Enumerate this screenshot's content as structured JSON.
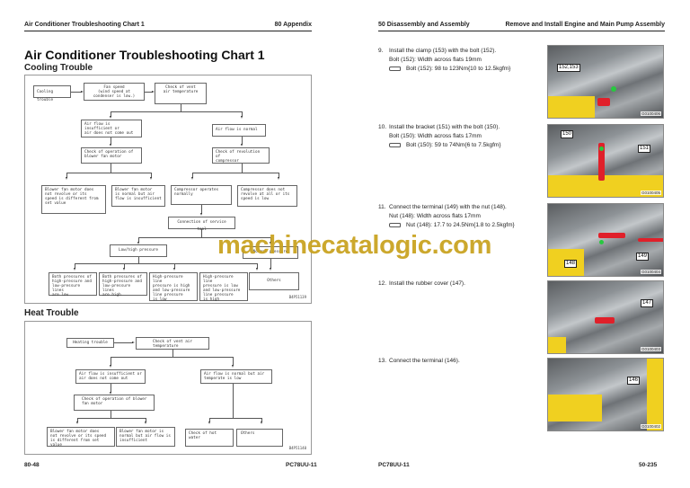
{
  "left_page": {
    "header_left": "Air Conditioner Troubleshooting Chart 1",
    "header_right": "80 Appendix",
    "title": "Air Conditioner Troubleshooting Chart 1",
    "cooling": {
      "heading": "Cooling Trouble",
      "nodes": {
        "cooling_trouble": "Cooling trouble",
        "fan_speed": "Fan speed\n(wind speed at\ncondenser is low.)",
        "check_vent": "Check of vent\nair temperature",
        "air_insufficient": "Air flow is insufficient or\nair does not come out",
        "air_normal": "Air flow is normal",
        "check_blower": "Check of operation of\nblower fan motor",
        "check_compressor": "Check of revolution of\ncompressor",
        "blower_not_revolve": "Blower fan motor does\nnot revolve or its\nspeed is different from\nset value",
        "blower_normal": "Blower fan motor\nis normal but air\nflow is insufficient",
        "compressor_normal": "Compressor operates\nnormally",
        "compressor_not_revolve": "Compressor does not\nrevolve at all or its\nspeed is low",
        "service_tool": "Connection of service tool",
        "low_high": "Low/high pressure",
        "normal_pressure": "Normal pressure",
        "both_low": "Both pressures of\nhigh-pressure and\nlow-pressure lines\nare low",
        "both_high": "Both pressures of\nhigh-pressure and\nlow-pressure lines\nare high",
        "high_high_low_low": "High-pressure line\npressure is high\nand low-pressure\nline pressure\nis low",
        "high_low_low_high": "High-pressure line\npressure is low\nand low-pressure\nline pressure\nis high",
        "others": "Others"
      },
      "figure_code": "B4P51139"
    },
    "heat": {
      "heading": "Heat Trouble",
      "nodes": {
        "heating_trouble": "Heating trouble",
        "check_vent": "Check of vent air\ntemperature",
        "air_insufficient": "Air flow is insufficient or\nair does not come out",
        "air_normal_temp_low": "Air flow is normal but air\ntemperate is low",
        "check_blower": "Check of operation of blower\nfan motor",
        "blower_not_revolve": "Blower fan motor does\nnot revolve or its speed\nis different from set value",
        "blower_normal": "Blower fan motor is\nnormal but air flow is\ninsufficient",
        "check_hot_water": "Check of hot\nwater",
        "others": "Others"
      },
      "figure_code": "B4P51140"
    },
    "footer_left": "80-48",
    "footer_right": "PC78UU-11"
  },
  "right_page": {
    "header_left": "50 Disassembly and Assembly",
    "header_right": "Remove and Install Engine and Main Pump Assembly",
    "steps": [
      {
        "num": "9.",
        "text": "Install the clamp (153) with the bolt (152).",
        "detail": "Bolt (152): Width across flats 19mm",
        "torque": "Bolt (152): 98 to 123Nm{10 to 12.5kgfm}",
        "photo_labels": [
          "152,153"
        ],
        "photo_code": "G0100406"
      },
      {
        "num": "10.",
        "text": "Install the bracket (151) with the bolt (150).",
        "detail": "Bolt (150): Width across flats 17mm",
        "torque": "Bolt (150): 59 to 74Nm{6 to 7.5kgfm}",
        "photo_labels": [
          "150",
          "151"
        ],
        "photo_code": "G0100405"
      },
      {
        "num": "11.",
        "text": "Connect the terminal (149) with the nut (148).",
        "detail": "Nut (148): Width across flats 17mm",
        "torque": "Nut (148): 17.7 to 24.5Nm{1.8 to 2.5kgfm}",
        "photo_labels": [
          "148",
          "149"
        ],
        "photo_code": "G0100404"
      },
      {
        "num": "12.",
        "text": "Install the rubber cover (147).",
        "photo_labels": [
          "147"
        ],
        "photo_code": "G0100403"
      },
      {
        "num": "13.",
        "text": "Connect the terminal (146).",
        "photo_labels": [
          "146"
        ],
        "photo_code": "G0100402"
      }
    ],
    "footer_left": "PC78UU-11",
    "footer_right": "50-235"
  },
  "watermark": "machinecatalogic.com",
  "colors": {
    "watermark": "#c9a21e",
    "highlight_red": "#e0202a",
    "highlight_green": "#27c93f",
    "machine_yellow": "#f0d020"
  }
}
